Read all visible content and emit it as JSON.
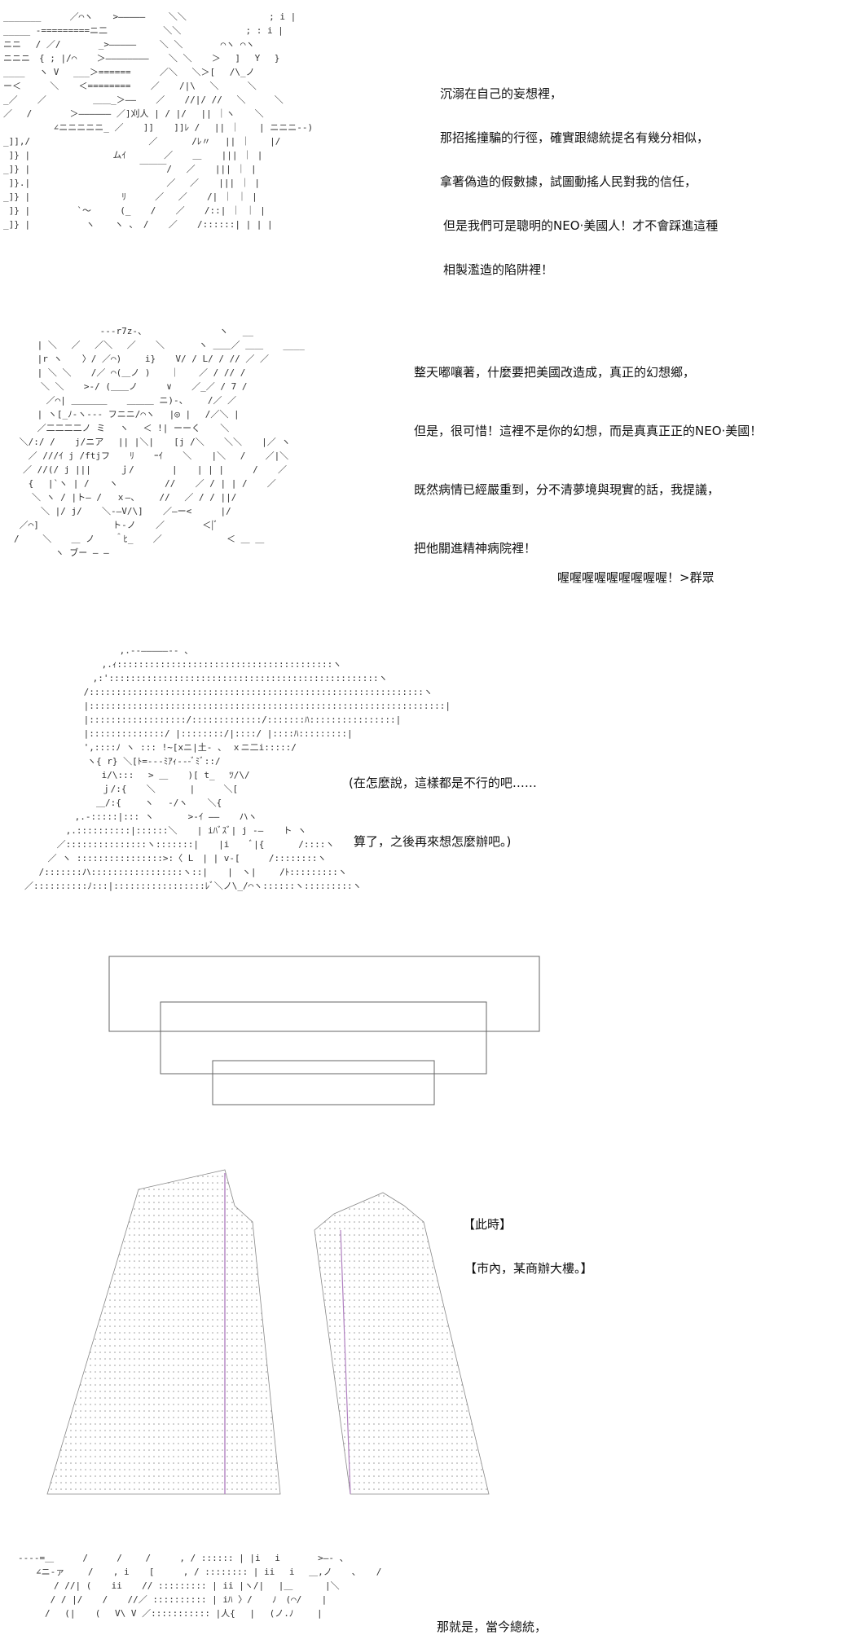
{
  "colors": {
    "background": "#ffffff",
    "text": "#111111",
    "art": "#333333",
    "box_stroke": "#666666",
    "building_edge": "#b080c0"
  },
  "panel1": {
    "lines": [
      "沉溺在自己的妄想裡，",
      "那招搖撞騙的行徑，確實跟總統提名有幾分相似，",
      "拿著偽造的假數據，試圖動搖人民對我的信任，",
      "但是我們可是聰明的NEO·美國人！才不會踩進這種",
      "相製濫造的陷阱裡！"
    ]
  },
  "panel2": {
    "lines": [
      "整天嘟嚷著，什麼要把美國改造成，真正的幻想鄉，",
      "但是，很可惜！這裡不是你的幻想，而是真真正正的NEO·美國！",
      "既然病情已經嚴重到，分不清夢境與現實的話，我提議，",
      "把他關進精神病院裡！"
    ],
    "crowd": "喔喔喔喔喔喔喔喔喔！>群眾"
  },
  "panel3": {
    "lines": [
      "(在怎麼說，這樣都是不行的吧……",
      "算了，之後再來想怎麼辦吧。)"
    ]
  },
  "panel5": {
    "lines": [
      "【此時】",
      "【市內，某商辦大樓。】"
    ]
  },
  "panel6": {
    "lines": [
      "那就是，當今總統，"
    ]
  }
}
